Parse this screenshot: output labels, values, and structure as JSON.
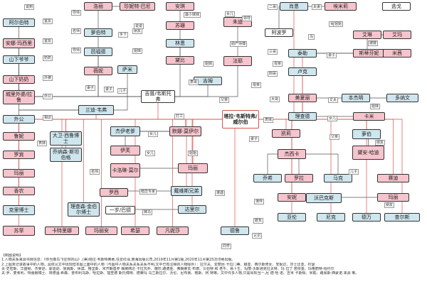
{
  "colors": {
    "female": "#f6c4cd",
    "male": "#cfe6ee",
    "neutral": "#ffffff",
    "line": "#555555",
    "hub_line": "#d9534f"
  },
  "nodes": [
    {
      "id": "n1",
      "label": "阿尔伯特",
      "kind": "male"
    },
    {
      "id": "n2",
      "label": "安娜·玛西里",
      "kind": "female"
    },
    {
      "id": "n3",
      "label": "山下爷爷",
      "kind": "male"
    },
    {
      "id": "n4",
      "label": "山下奶奶",
      "kind": "female"
    },
    {
      "id": "n5",
      "label": "城里外婆/拉鲁",
      "kind": "female"
    },
    {
      "id": "n6",
      "label": "外公",
      "kind": "male"
    },
    {
      "id": "n7",
      "label": "鲁妮",
      "kind": "female"
    },
    {
      "id": "n8",
      "label": "罗宾",
      "kind": "female"
    },
    {
      "id": "n9",
      "label": "玛丽",
      "kind": "female"
    },
    {
      "id": "n10",
      "label": "香农",
      "kind": "female"
    },
    {
      "id": "n11",
      "label": "克里博士",
      "kind": "male"
    },
    {
      "id": "n12",
      "label": "苏菲",
      "kind": "female"
    },
    {
      "id": "n13",
      "label": "洛丽",
      "kind": "female"
    },
    {
      "id": "n14",
      "label": "珍妮特·巴尼",
      "kind": "female"
    },
    {
      "id": "n15",
      "label": "萝伯特",
      "kind": "male"
    },
    {
      "id": "n16",
      "label": "芭福德",
      "kind": "male"
    },
    {
      "id": "n17",
      "label": "薇妮",
      "kind": "female"
    },
    {
      "id": "n18",
      "label": "萨米",
      "kind": "male"
    },
    {
      "id": "n19",
      "label": "安琪",
      "kind": "female"
    },
    {
      "id": "n20",
      "label": "苏珊",
      "kind": "female"
    },
    {
      "id": "n21",
      "label": "林恩",
      "kind": "male"
    },
    {
      "id": "n22",
      "label": "黛比",
      "kind": "female"
    },
    {
      "id": "n23",
      "label": "吉姆",
      "kind": "male"
    },
    {
      "id": "n24",
      "label": "朱迪",
      "kind": "female"
    },
    {
      "id": "n25",
      "label": "法耶",
      "kind": "female"
    },
    {
      "id": "n26",
      "label": "吉普/韦斯托弗",
      "kind": "neutral"
    },
    {
      "id": "n27",
      "label": "兰迪·韦弗",
      "kind": "male"
    },
    {
      "id": "n28",
      "label": "塔拉·韦斯特弗/威尔伯",
      "kind": "hub"
    },
    {
      "id": "n29",
      "label": "肖恩",
      "kind": "male"
    },
    {
      "id": "n30",
      "label": "埃米莉",
      "kind": "female"
    },
    {
      "id": "n31",
      "label": "阿波罗",
      "kind": "neutral"
    },
    {
      "id": "n32",
      "label": "泰勒",
      "kind": "male"
    },
    {
      "id": "n33",
      "label": "卢克",
      "kind": "male"
    },
    {
      "id": "n34",
      "label": "艾琳",
      "kind": "female"
    },
    {
      "id": "n35",
      "label": "斯蒂芬妮",
      "kind": "female"
    },
    {
      "id": "n36",
      "label": "艾玛",
      "kind": "female"
    },
    {
      "id": "n37",
      "label": "米茜",
      "kind": "female"
    },
    {
      "id": "n38",
      "label": "美夏丽",
      "kind": "female"
    },
    {
      "id": "n39",
      "label": "理查德",
      "kind": "male"
    },
    {
      "id": "n40",
      "label": "本杰明",
      "kind": "male"
    },
    {
      "id": "n41",
      "label": "多纳文",
      "kind": "male"
    },
    {
      "id": "n42",
      "label": "卡米",
      "kind": "female"
    },
    {
      "id": "n43",
      "label": "杰伊老爹",
      "kind": "male"
    },
    {
      "id": "n44",
      "label": "伊芙",
      "kind": "female"
    },
    {
      "id": "n45",
      "label": "卡洛琳·莫尔",
      "kind": "female"
    },
    {
      "id": "n46",
      "label": "默娜·莫伊尔",
      "kind": "female"
    },
    {
      "id": "n47",
      "label": "玛丽",
      "kind": "female"
    },
    {
      "id": "n48",
      "label": "罗西",
      "kind": "female"
    },
    {
      "id": "n49",
      "label": "大卫·西鲁博士",
      "kind": "male"
    },
    {
      "id": "n50",
      "label": "乔纳森·斯坦伯格",
      "kind": "male"
    },
    {
      "id": "n51",
      "label": "理查森·金伯尔博士",
      "kind": "male"
    },
    {
      "id": "n52",
      "label": "一岁/巴德",
      "kind": "neutral"
    },
    {
      "id": "n53",
      "label": "戴维斯兄弟",
      "kind": "male"
    },
    {
      "id": "n54",
      "label": "达里尔",
      "kind": "male"
    },
    {
      "id": "n55",
      "label": "凯莉",
      "kind": "female"
    },
    {
      "id": "n56",
      "label": "杰西卡",
      "kind": "female"
    },
    {
      "id": "n57",
      "label": "萝伯",
      "kind": "male"
    },
    {
      "id": "n58",
      "label": "黛安·哈迪",
      "kind": "female"
    },
    {
      "id": "n59",
      "label": "乔希",
      "kind": "male"
    },
    {
      "id": "n60",
      "label": "罗拉",
      "kind": "female"
    },
    {
      "id": "n61",
      "label": "马克",
      "kind": "male"
    },
    {
      "id": "n62",
      "label": "赛迪",
      "kind": "female"
    },
    {
      "id": "n63",
      "label": "安妮",
      "kind": "female"
    },
    {
      "id": "n64",
      "label": "沃巴克斯",
      "kind": "male"
    },
    {
      "id": "n65",
      "label": "玛丽",
      "kind": "female"
    },
    {
      "id": "n66",
      "label": "亚伦",
      "kind": "male"
    },
    {
      "id": "n67",
      "label": "尼克",
      "kind": "male"
    },
    {
      "id": "n68",
      "label": "德万",
      "kind": "male"
    },
    {
      "id": "n69",
      "label": "查尔斯",
      "kind": "male"
    },
    {
      "id": "n70",
      "label": "卡特里娜",
      "kind": "female"
    },
    {
      "id": "n71",
      "label": "玛丽安",
      "kind": "female"
    },
    {
      "id": "n72",
      "label": "希瑟",
      "kind": "female"
    },
    {
      "id": "n73",
      "label": "凡妮莎",
      "kind": "female"
    },
    {
      "id": "n74",
      "label": "德鲁",
      "kind": "male"
    },
    {
      "id": "n75",
      "label": "逃戈",
      "kind": "neutral"
    }
  ],
  "edge_labels": [
    {
      "id": "e1",
      "label": "说到"
    },
    {
      "id": "e2",
      "label": "室友"
    },
    {
      "id": "e3",
      "label": "室友"
    },
    {
      "id": "e4",
      "label": "奶奶"
    },
    {
      "id": "e5",
      "label": "外婆"
    },
    {
      "id": "e6",
      "label": "外公"
    },
    {
      "id": "e7",
      "label": "相识"
    },
    {
      "id": "e8",
      "label": "导师"
    },
    {
      "id": "e9",
      "label": "名师"
    },
    {
      "id": "e10",
      "label": "导师"
    },
    {
      "id": "e11",
      "label": "朋友"
    },
    {
      "id": "e12",
      "label": "姐妹"
    },
    {
      "id": "e13",
      "label": "最小妹妹"
    },
    {
      "id": "e14",
      "label": "女儿"
    },
    {
      "id": "e15",
      "label": "手下"
    },
    {
      "id": "e16",
      "label": "说说"
    },
    {
      "id": "e17",
      "label": "妻子"
    },
    {
      "id": "e18",
      "label": "助产师傅"
    },
    {
      "id": "e19",
      "label": "姐妹"
    },
    {
      "id": "e20",
      "label": "表哥"
    },
    {
      "id": "e21",
      "label": "妻子"
    },
    {
      "id": "e22",
      "label": "儿子"
    },
    {
      "id": "e23",
      "label": "父亲"
    },
    {
      "id": "e24",
      "label": "打工"
    },
    {
      "id": "e25",
      "label": "母亲"
    },
    {
      "id": "e26",
      "label": "二哥"
    },
    {
      "id": "e27",
      "label": "夫妻"
    },
    {
      "id": "e28",
      "label": "女友"
    },
    {
      "id": "e29",
      "label": "马"
    },
    {
      "id": "e30",
      "label": "三哥"
    },
    {
      "id": "e31",
      "label": "四哥"
    },
    {
      "id": "e32",
      "label": "妻子"
    },
    {
      "id": "e33",
      "label": "姐姐"
    },
    {
      "id": "e34",
      "label": "嫂嫂"
    },
    {
      "id": "e35",
      "label": "大哥"
    },
    {
      "id": "e36",
      "label": "丈夫"
    },
    {
      "id": "e37",
      "label": "姐妹"
    },
    {
      "id": "e38",
      "label": "女儿"
    },
    {
      "id": "e39",
      "label": "表妹"
    },
    {
      "id": "e40",
      "label": "女儿"
    },
    {
      "id": "e41",
      "label": "父亲"
    },
    {
      "id": "e42",
      "label": "朋友"
    },
    {
      "id": "e43",
      "label": "妻子"
    },
    {
      "id": "e44",
      "label": "女儿"
    },
    {
      "id": "e45",
      "label": "姐姐"
    },
    {
      "id": "e46",
      "label": "暗恋专家"
    },
    {
      "id": "e47",
      "label": "嫁马"
    },
    {
      "id": "e48",
      "label": "遭遇"
    },
    {
      "id": "e49",
      "label": "演伴"
    },
    {
      "id": "e50",
      "label": "欺负"
    },
    {
      "id": "e51",
      "label": "朋友"
    },
    {
      "id": "e52",
      "label": "认识"
    },
    {
      "id": "e53",
      "label": "同学"
    },
    {
      "id": "e54",
      "label": "表妹"
    },
    {
      "id": "e55",
      "label": "名师"
    },
    {
      "id": "e56",
      "label": "母亲"
    },
    {
      "id": "e57",
      "label": "领导"
    },
    {
      "id": "e58",
      "label": "儿子"
    }
  ],
  "notes": [
    "【制图说明】",
    "1.人物关系来源书目信息：《你当像鸟飞往你的山》,(美)塔拉·韦斯特弗著,任爱红译,南海出版公司,2019年11月第1版,2020年11月第25次印刷出版。",
    "2.上图未记录故事中的人物。具体见文中出现但本图上面中的人物（与图中人物关系关系关系不明,文中已有注释的人物除外）：拉尔夫、爱丽丝·卡拉门蒂、娜亚、西尔斯修女、安妮达、莎士比亚、约瑟",
    "夫·史密斯、华盛顿、杰斐逊、蒙迪逊、詹姆斯、休谟、格里斯、米开朗基罗 梅黛西达·卡拉瓦乔、魏莎,路德金、弗朗索瓦·布德、贝伯特 和 老牛、易卜生、玛丽·沃斯通克拉夫特、玛 拉丁 若依金、玛格丽特·纽约尔",
    "夫·罗、麦考利、特蕾娜博士、埃德温·希森、普布利乌斯、哈拉斯、理查德 斯托博特、德莱玛 马兰斯拉尔、沃伦、尼布赛、格斯、阿 特等。文中许多人物,只需出现当一,尼 德 哈 诺、吉米 卡斯顿、米勒、路易斯·西蒙诺 来源 等。"
  ]
}
